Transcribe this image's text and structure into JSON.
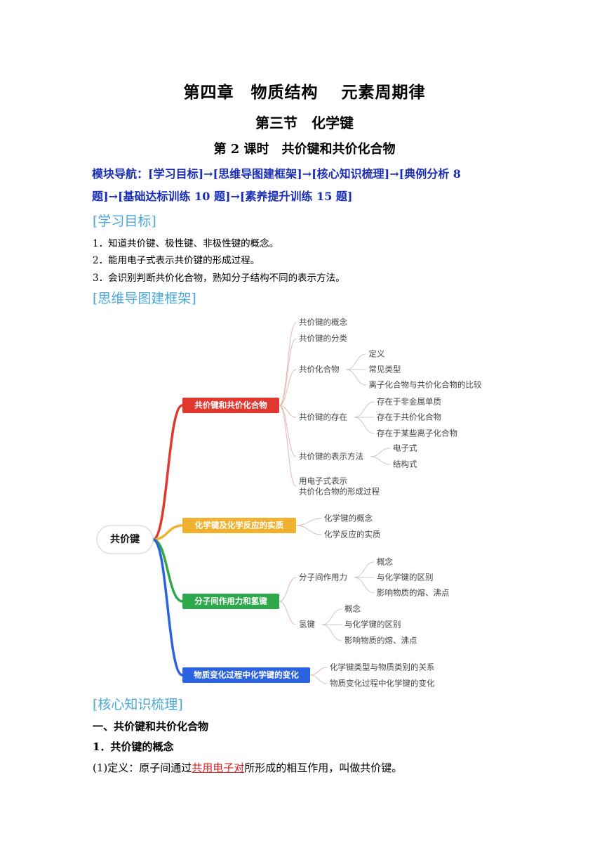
{
  "title": {
    "chapter": "第四章　物质结构　 元素周期律",
    "section": "第三节　化学键",
    "lesson": "第 2 课时　共价键和共价化合物"
  },
  "nav": {
    "line1": "模块导航：[学习目标]→[思维导图建框架]→[核心知识梳理]→[典例分析 8",
    "line2": "题]→[基础达标训练 10 题]→[素养提升训练 15 题]"
  },
  "goals": {
    "heading": "[学习目标]",
    "items": [
      "1．知道共价键、极性键、非极性键的概念。",
      "2．能用电子式表示共价键的形成过程。",
      "3．会识别判断共价化合物，熟知分子结构不同的表示方法。"
    ]
  },
  "mindmap_heading": "[思维导图建框架]",
  "mindmap": {
    "root": "共价键",
    "branches": [
      {
        "label": "共价键和共价化合物",
        "color": "#e0382e",
        "children": [
          {
            "label": "共价键的概念",
            "children": []
          },
          {
            "label": "共价键的分类",
            "children": []
          },
          {
            "label": "共价化合物",
            "children": [
              "定义",
              "常见类型",
              "离子化合物与共价化合物的比较"
            ]
          },
          {
            "label": "共价键的存在",
            "children": [
              "存在于非金属单质",
              "存在于共价化合物",
              "存在于某些离子化合物"
            ]
          },
          {
            "label": "共价键的表示方法",
            "children": [
              "电子式",
              "结构式"
            ]
          },
          {
            "label": "用电子式表示",
            "label2": "共价化合物的形成过程",
            "children": []
          }
        ]
      },
      {
        "label": "化学键及化学反应的实质",
        "color": "#f0b030",
        "children": [
          {
            "label": "化学键的概念",
            "children": []
          },
          {
            "label": "化学反应的实质",
            "children": []
          }
        ]
      },
      {
        "label": "分子间作用力和氢键",
        "color": "#2ea84a",
        "children": [
          {
            "label": "分子间作用力",
            "children": [
              "概念",
              "与化学键的区别",
              "影响物质的熔、沸点"
            ]
          },
          {
            "label": "氢键",
            "children": [
              "概念",
              "与化学键的区别",
              "影响物质的熔、沸点"
            ]
          }
        ]
      },
      {
        "label": "物质变化过程中化学键的变化",
        "color": "#2a62e0",
        "children": [
          {
            "label": "化学键类型与物质类别的关系",
            "children": []
          },
          {
            "label": "物质变化过程中化学键的变化",
            "children": []
          }
        ]
      }
    ]
  },
  "core": {
    "heading": "[核心知识梳理]",
    "sub1": "一、共价键和共价化合物",
    "sub2": "1．共价键的概念",
    "def_pre": "(1)定义：原子间通过",
    "def_key": "共用电子对",
    "def_post": "所形成的相互作用，叫做共价键。"
  }
}
